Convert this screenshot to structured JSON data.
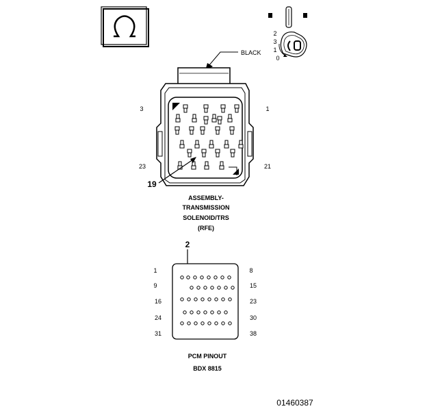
{
  "connector": {
    "wire_color_callout": "BLACK",
    "pin_labels": {
      "top_left": "3",
      "top_right": "1",
      "bottom_left": "23",
      "bottom_right": "21"
    },
    "pointer_pin": "19",
    "caption_lines": [
      "ASSEMBLY-",
      "TRANSMISSION",
      "SOLENOID/TRS",
      "(RFE)"
    ]
  },
  "key_inset": {
    "pin_numbers": [
      "2",
      "3",
      "1",
      "0"
    ]
  },
  "pcm": {
    "pointer_pin": "2",
    "left_labels": [
      "1",
      "9",
      "16",
      "24",
      "31"
    ],
    "right_labels": [
      "8",
      "15",
      "23",
      "30",
      "38"
    ],
    "caption_lines": [
      "PCM PINOUT",
      "BDX 8815"
    ]
  },
  "colors": {
    "line": "#000000",
    "background": "#ffffff"
  },
  "icons": [
    "omega-symbol-icon",
    "connector-face-icon",
    "key-lock-icon"
  ],
  "doc_number": "01460387"
}
